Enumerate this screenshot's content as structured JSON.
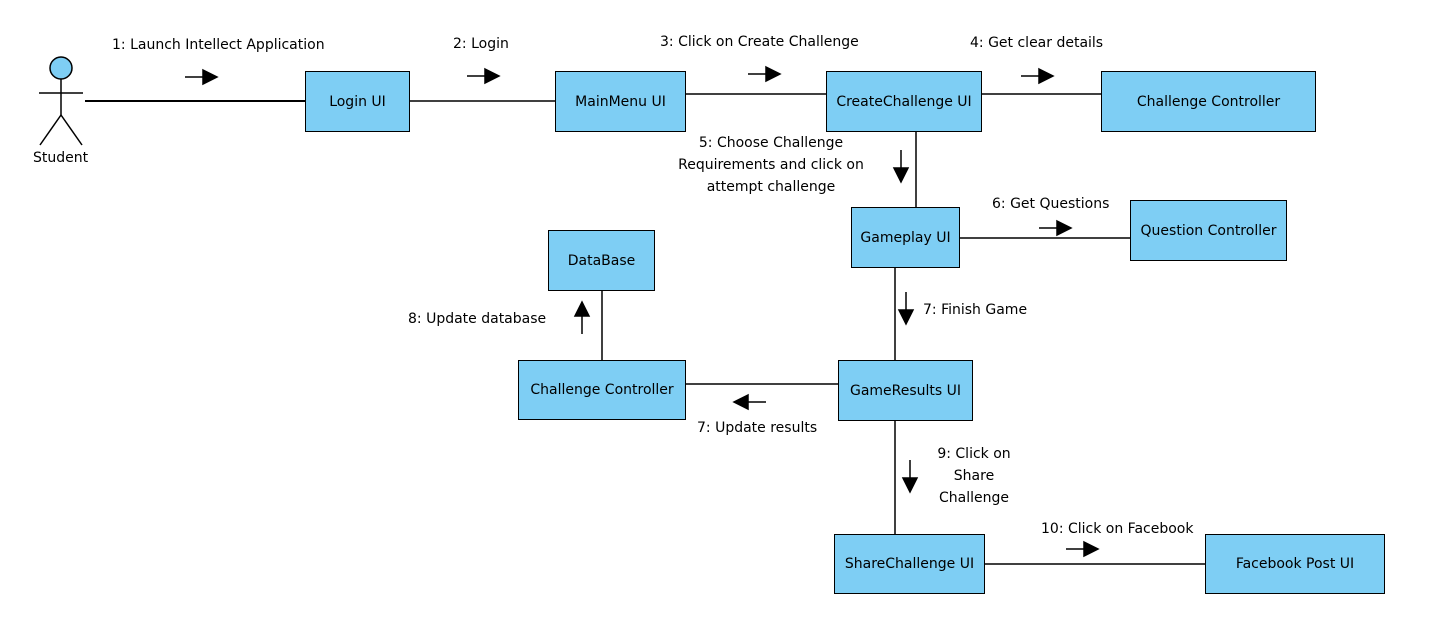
{
  "actor": {
    "name": "Student"
  },
  "nodes": {
    "login_ui": "Login UI",
    "mainmenu_ui": "MainMenu UI",
    "createchallenge_ui": "CreateChallenge UI",
    "challenge_controller_top": "Challenge Controller",
    "gameplay_ui": "Gameplay UI",
    "question_controller": "Question Controller",
    "database": "DataBase",
    "challenge_controller_left": "Challenge Controller",
    "gameresults_ui": "GameResults UI",
    "sharechallenge_ui": "ShareChallenge UI",
    "facebook_post_ui": "Facebook Post UI"
  },
  "messages": {
    "m1": "1: Launch Intellect Application",
    "m2": "2: Login",
    "m3": "3: Click on Create Challenge",
    "m4": "4: Get clear details",
    "m5": [
      "5: Choose Challenge",
      "Requirements and click on",
      "attempt challenge"
    ],
    "m6": "6: Get Questions",
    "m7a": "7: Finish Game",
    "m7b": "7: Update results",
    "m8": "8: Update database",
    "m9": [
      "9: Click on",
      "Share",
      "Challenge"
    ],
    "m10": "10: Click on Facebook"
  },
  "colors": {
    "node_fill": "#7ecef4",
    "stroke": "#000000"
  }
}
